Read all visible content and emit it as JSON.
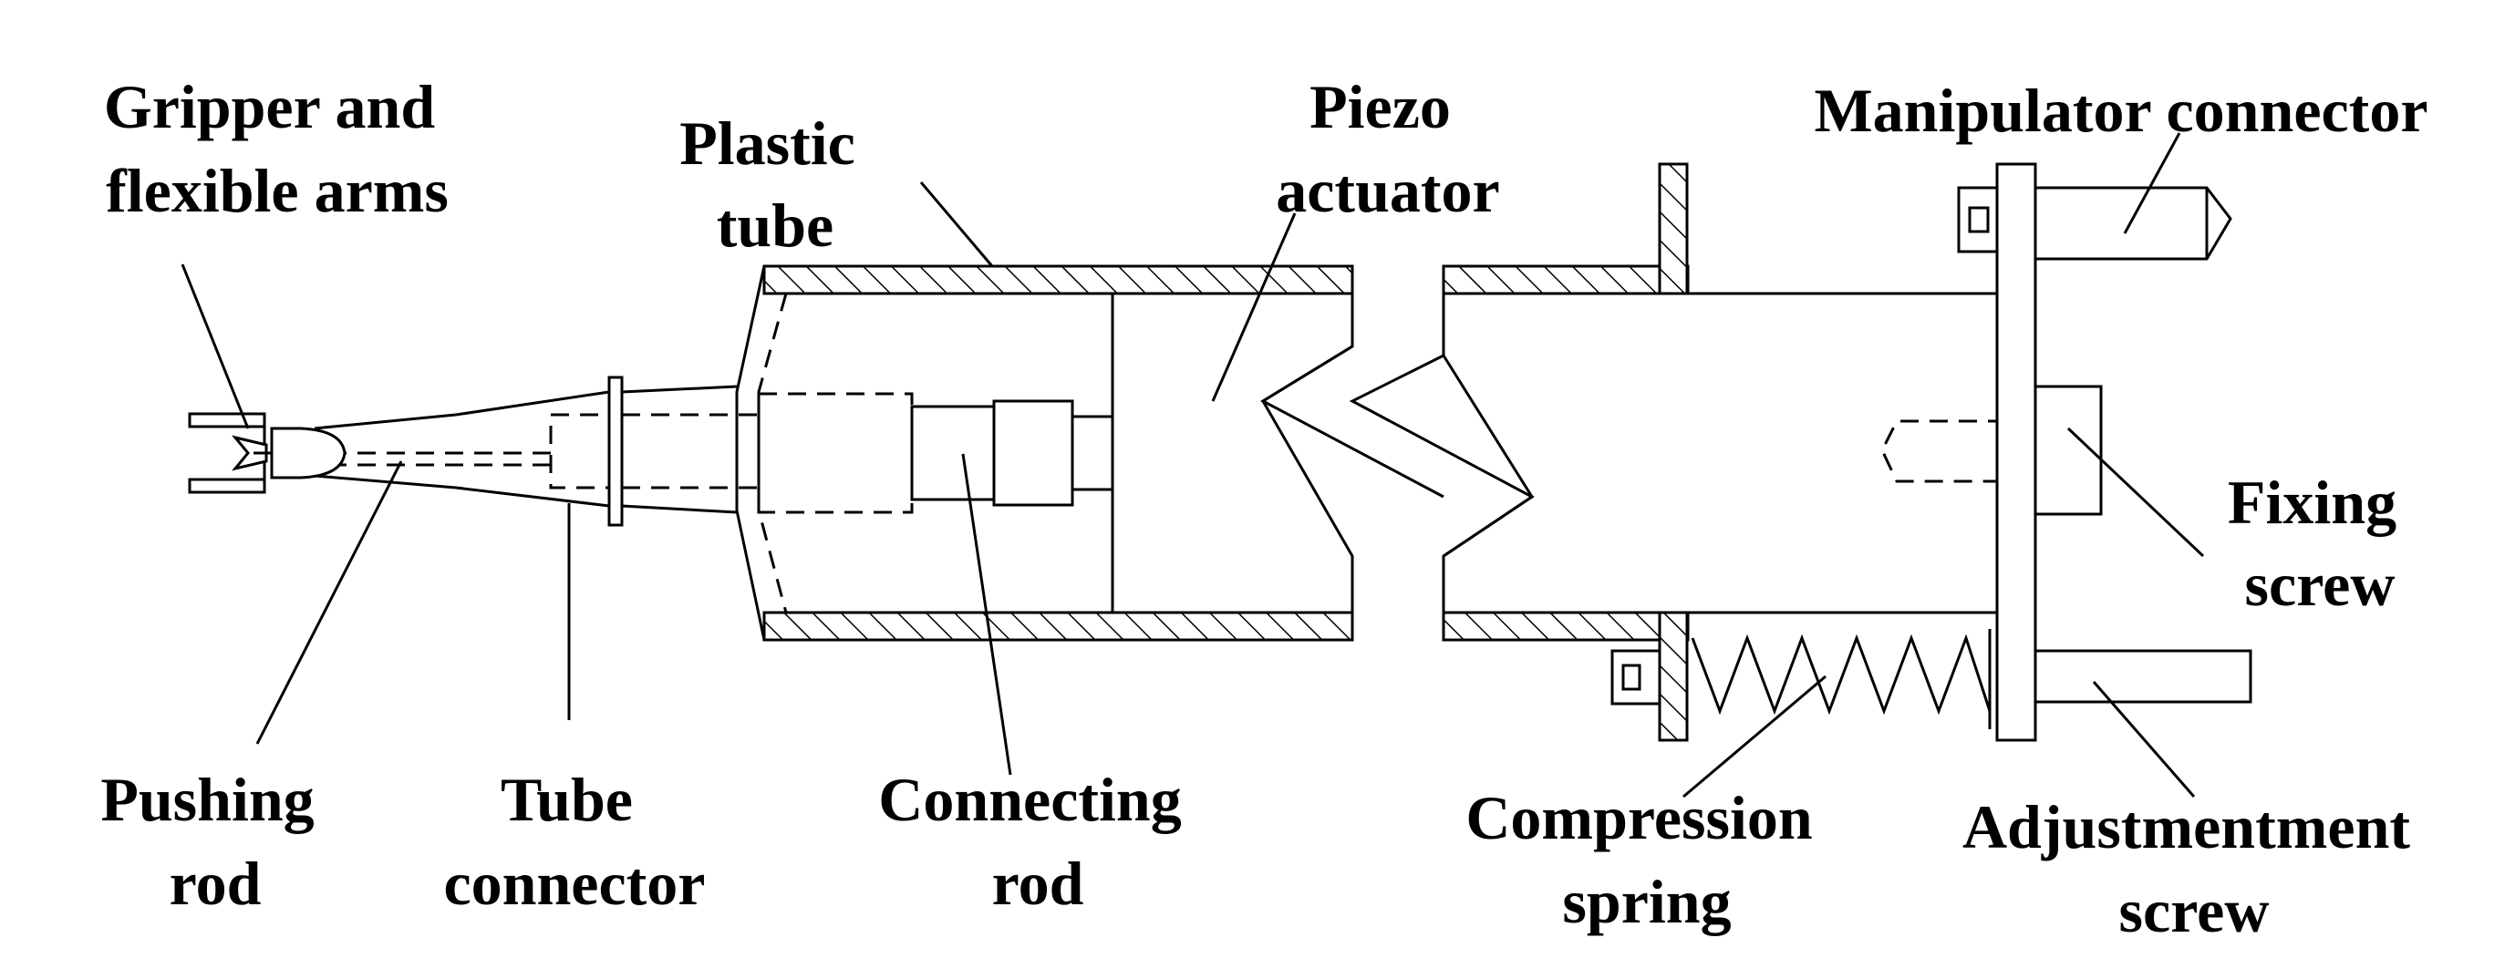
{
  "labels": {
    "gripper": [
      "Gripper and",
      "flexible arms"
    ],
    "plastic_tube": [
      "Plastic",
      "tube"
    ],
    "piezo": [
      "Piezo",
      "actuator"
    ],
    "manipulator": [
      "Manipulator connector"
    ],
    "fixing_screw": [
      "Fixing",
      "screw"
    ],
    "pushing_rod": [
      "Pushing",
      "rod"
    ],
    "tube_connector": [
      "Tube",
      "connector"
    ],
    "connecting_rod": [
      "Connecting",
      "rod"
    ],
    "compression_spring": [
      "Compression",
      "spring"
    ],
    "adjustment_screw": [
      "Adjustmentment",
      "screw"
    ]
  },
  "colors": {
    "stroke": "#000000",
    "background": "#ffffff"
  }
}
